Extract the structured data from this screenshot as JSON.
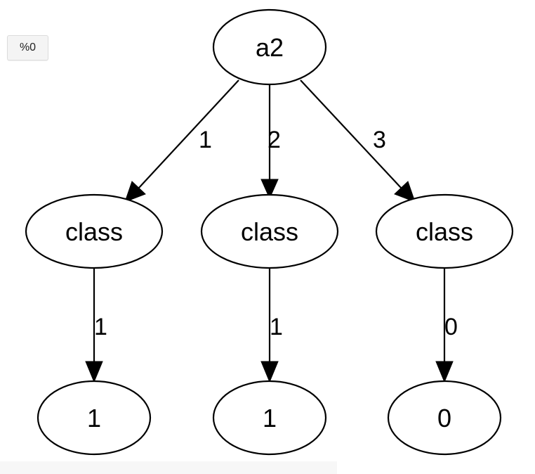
{
  "graph_tag": "%0",
  "nodes": {
    "root": "a2",
    "class_a": "class",
    "class_b": "class",
    "class_c": "class",
    "leaf_a": "1",
    "leaf_b": "1",
    "leaf_c": "0"
  },
  "edges": {
    "root_to_a": "1",
    "root_to_b": "2",
    "root_to_c": "3",
    "a_to_leaf": "1",
    "b_to_leaf": "1",
    "c_to_leaf": "0"
  }
}
